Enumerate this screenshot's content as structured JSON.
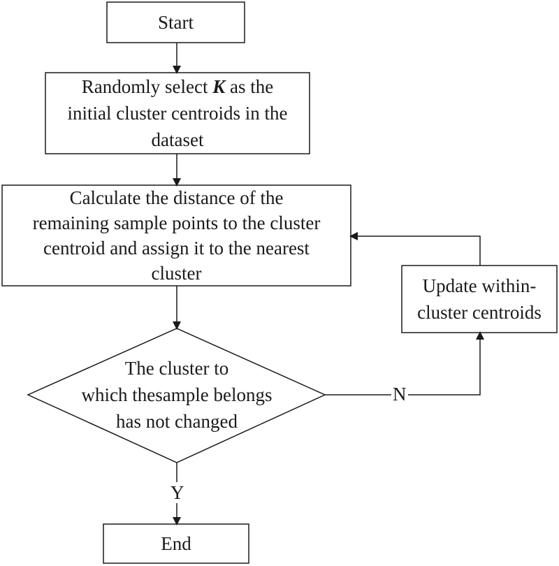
{
  "flowchart": {
    "start_label": "Start",
    "init_prefix": "Randomly select ",
    "init_var": "K",
    "init_suffix": " as the",
    "init_line2": "initial cluster centroids in the",
    "init_line3": "dataset",
    "calc_line1": "Calculate the distance of the",
    "calc_line2": "remaining sample points to the cluster",
    "calc_line3": "centroid and assign it to the nearest",
    "calc_line4": "cluster",
    "decision_line1": "The cluster to",
    "decision_line2": "which thesample belongs",
    "decision_line3": "has not changed",
    "update_line1": "Update within-",
    "update_line2": "cluster centroids",
    "no_label": "N",
    "yes_label": "Y",
    "end_label": "End"
  },
  "colors": {
    "stroke": "#1a1a1a",
    "background": "#ffffff"
  }
}
